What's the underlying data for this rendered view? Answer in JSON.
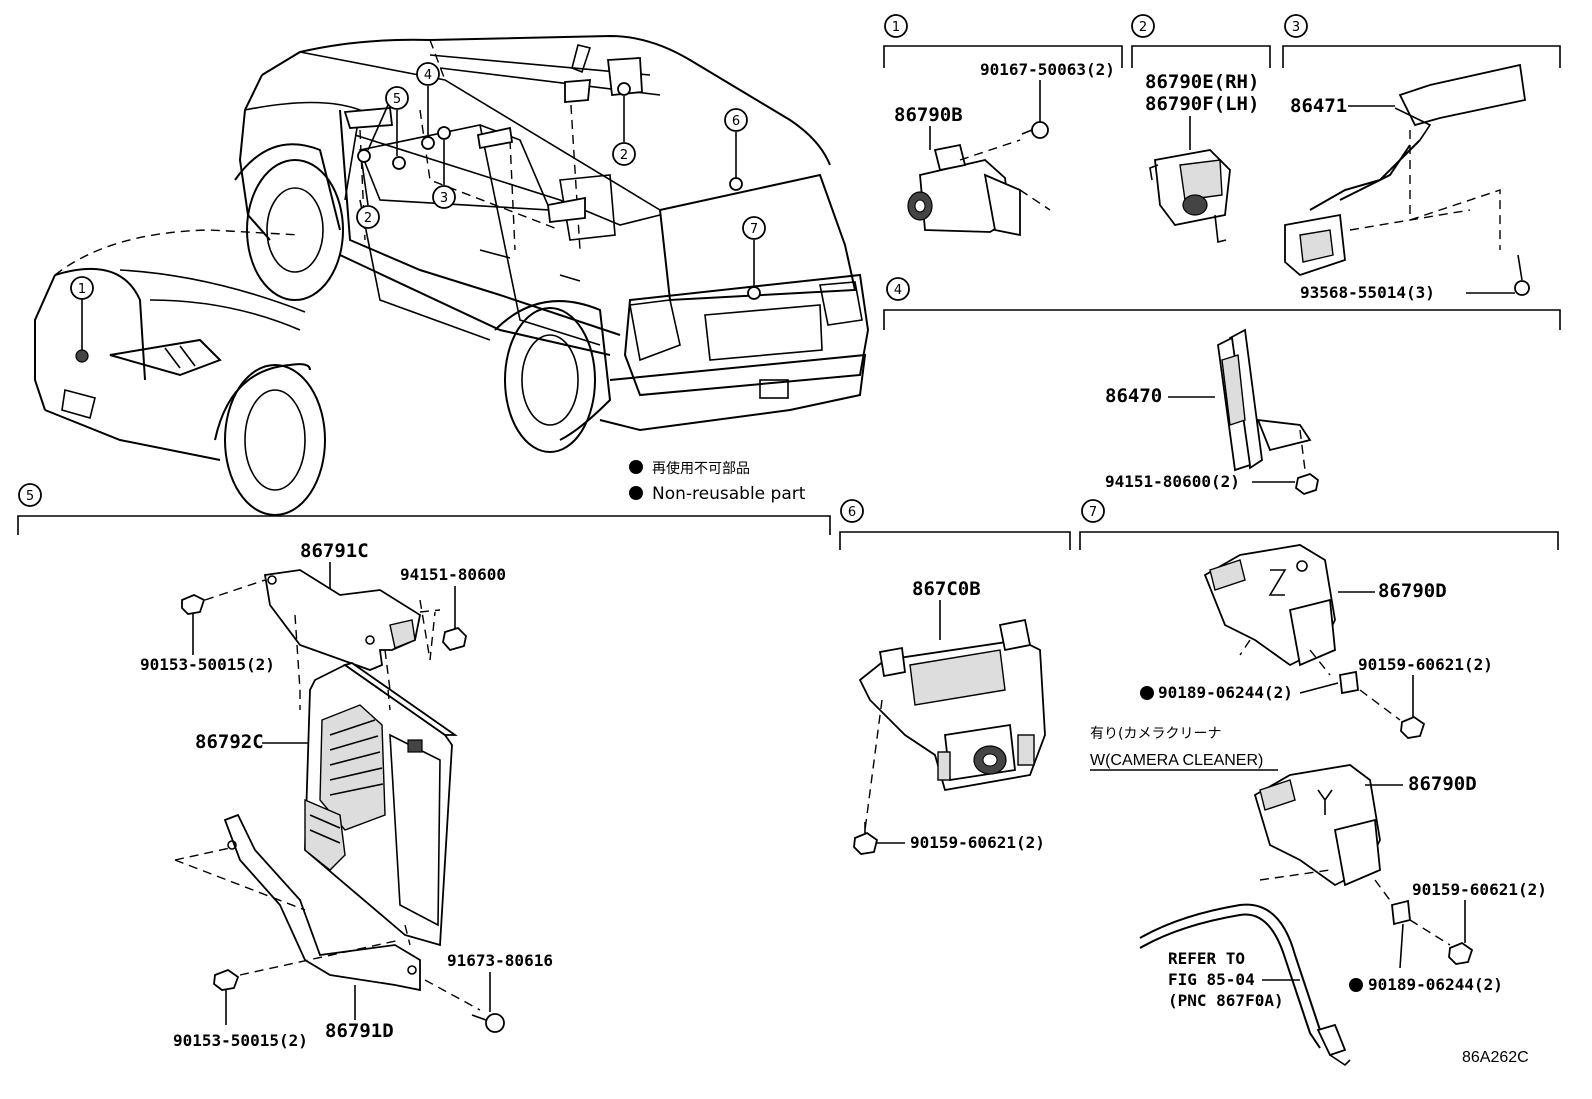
{
  "legend": {
    "jp": "再使用不可部品",
    "en": "Non-reusable part"
  },
  "figure_code": "86A262C",
  "callouts": [
    "1",
    "2",
    "3",
    "4",
    "5",
    "6",
    "7"
  ],
  "sections": {
    "s1": {
      "num": "1",
      "parts": {
        "camera": "86790B",
        "bolt": "90167-50063(2)"
      }
    },
    "s2": {
      "num": "2",
      "parts": {
        "camera_rh": "86790E(RH)",
        "camera_lh": "86790F(LH)"
      }
    },
    "s3": {
      "num": "3",
      "parts": {
        "sensor": "86471",
        "screw": "93568-55014(3)"
      }
    },
    "s4": {
      "num": "4",
      "parts": {
        "unit": "86470",
        "nut": "94151-80600(2)"
      }
    },
    "s5": {
      "num": "5",
      "parts": {
        "bracket_upper": "86791C",
        "nut": "94151-80600",
        "bolt_upper": "90153-50015(2)",
        "ecu": "86792C",
        "bolt_lower": "90153-50015(2)",
        "screw": "91673-80616",
        "bracket_lower": "86791D"
      }
    },
    "s6": {
      "num": "6",
      "parts": {
        "bracket": "867C0B",
        "bolt": "90159-60621(2)"
      }
    },
    "s7": {
      "num": "7",
      "parts": {
        "camera_a": "86790D",
        "bolt_a": "90159-60621(2)",
        "clip_a": "90189-06244(2)",
        "option_jp": "有り(カメラクリーナ",
        "option_en": "W(CAMERA CLEANER)",
        "camera_b": "86790D",
        "bolt_b": "90159-60621(2)",
        "clip_b": "90189-06244(2)",
        "refer_1": "REFER TO",
        "refer_2": "FIG 85-04",
        "refer_3": "(PNC 867F0A)"
      }
    }
  }
}
